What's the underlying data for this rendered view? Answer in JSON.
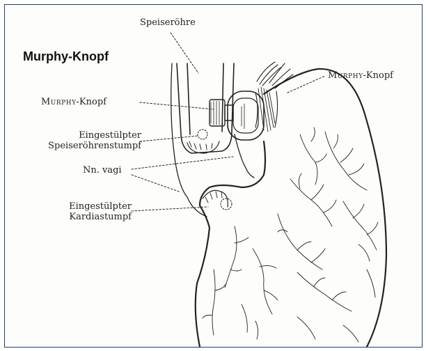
{
  "title": "Murphy-Knopf",
  "labels": {
    "speiseroehre": "Speiseröhre",
    "murphy_left_a": "Murphy",
    "murphy_left_b": "-Knopf",
    "stumpf1_line1": "Eingestülpter",
    "stumpf1_line2": "Speiseröhrenstumpf",
    "vagi": "Nn. vagi",
    "stumpf2_line1": "Eingestülpter",
    "stumpf2_line2": "Kardiastumpf",
    "murphy_right_a": "Murphy",
    "murphy_right_b": "-Knopf"
  },
  "colors": {
    "border": "#1f3f72",
    "ink": "#222222"
  }
}
